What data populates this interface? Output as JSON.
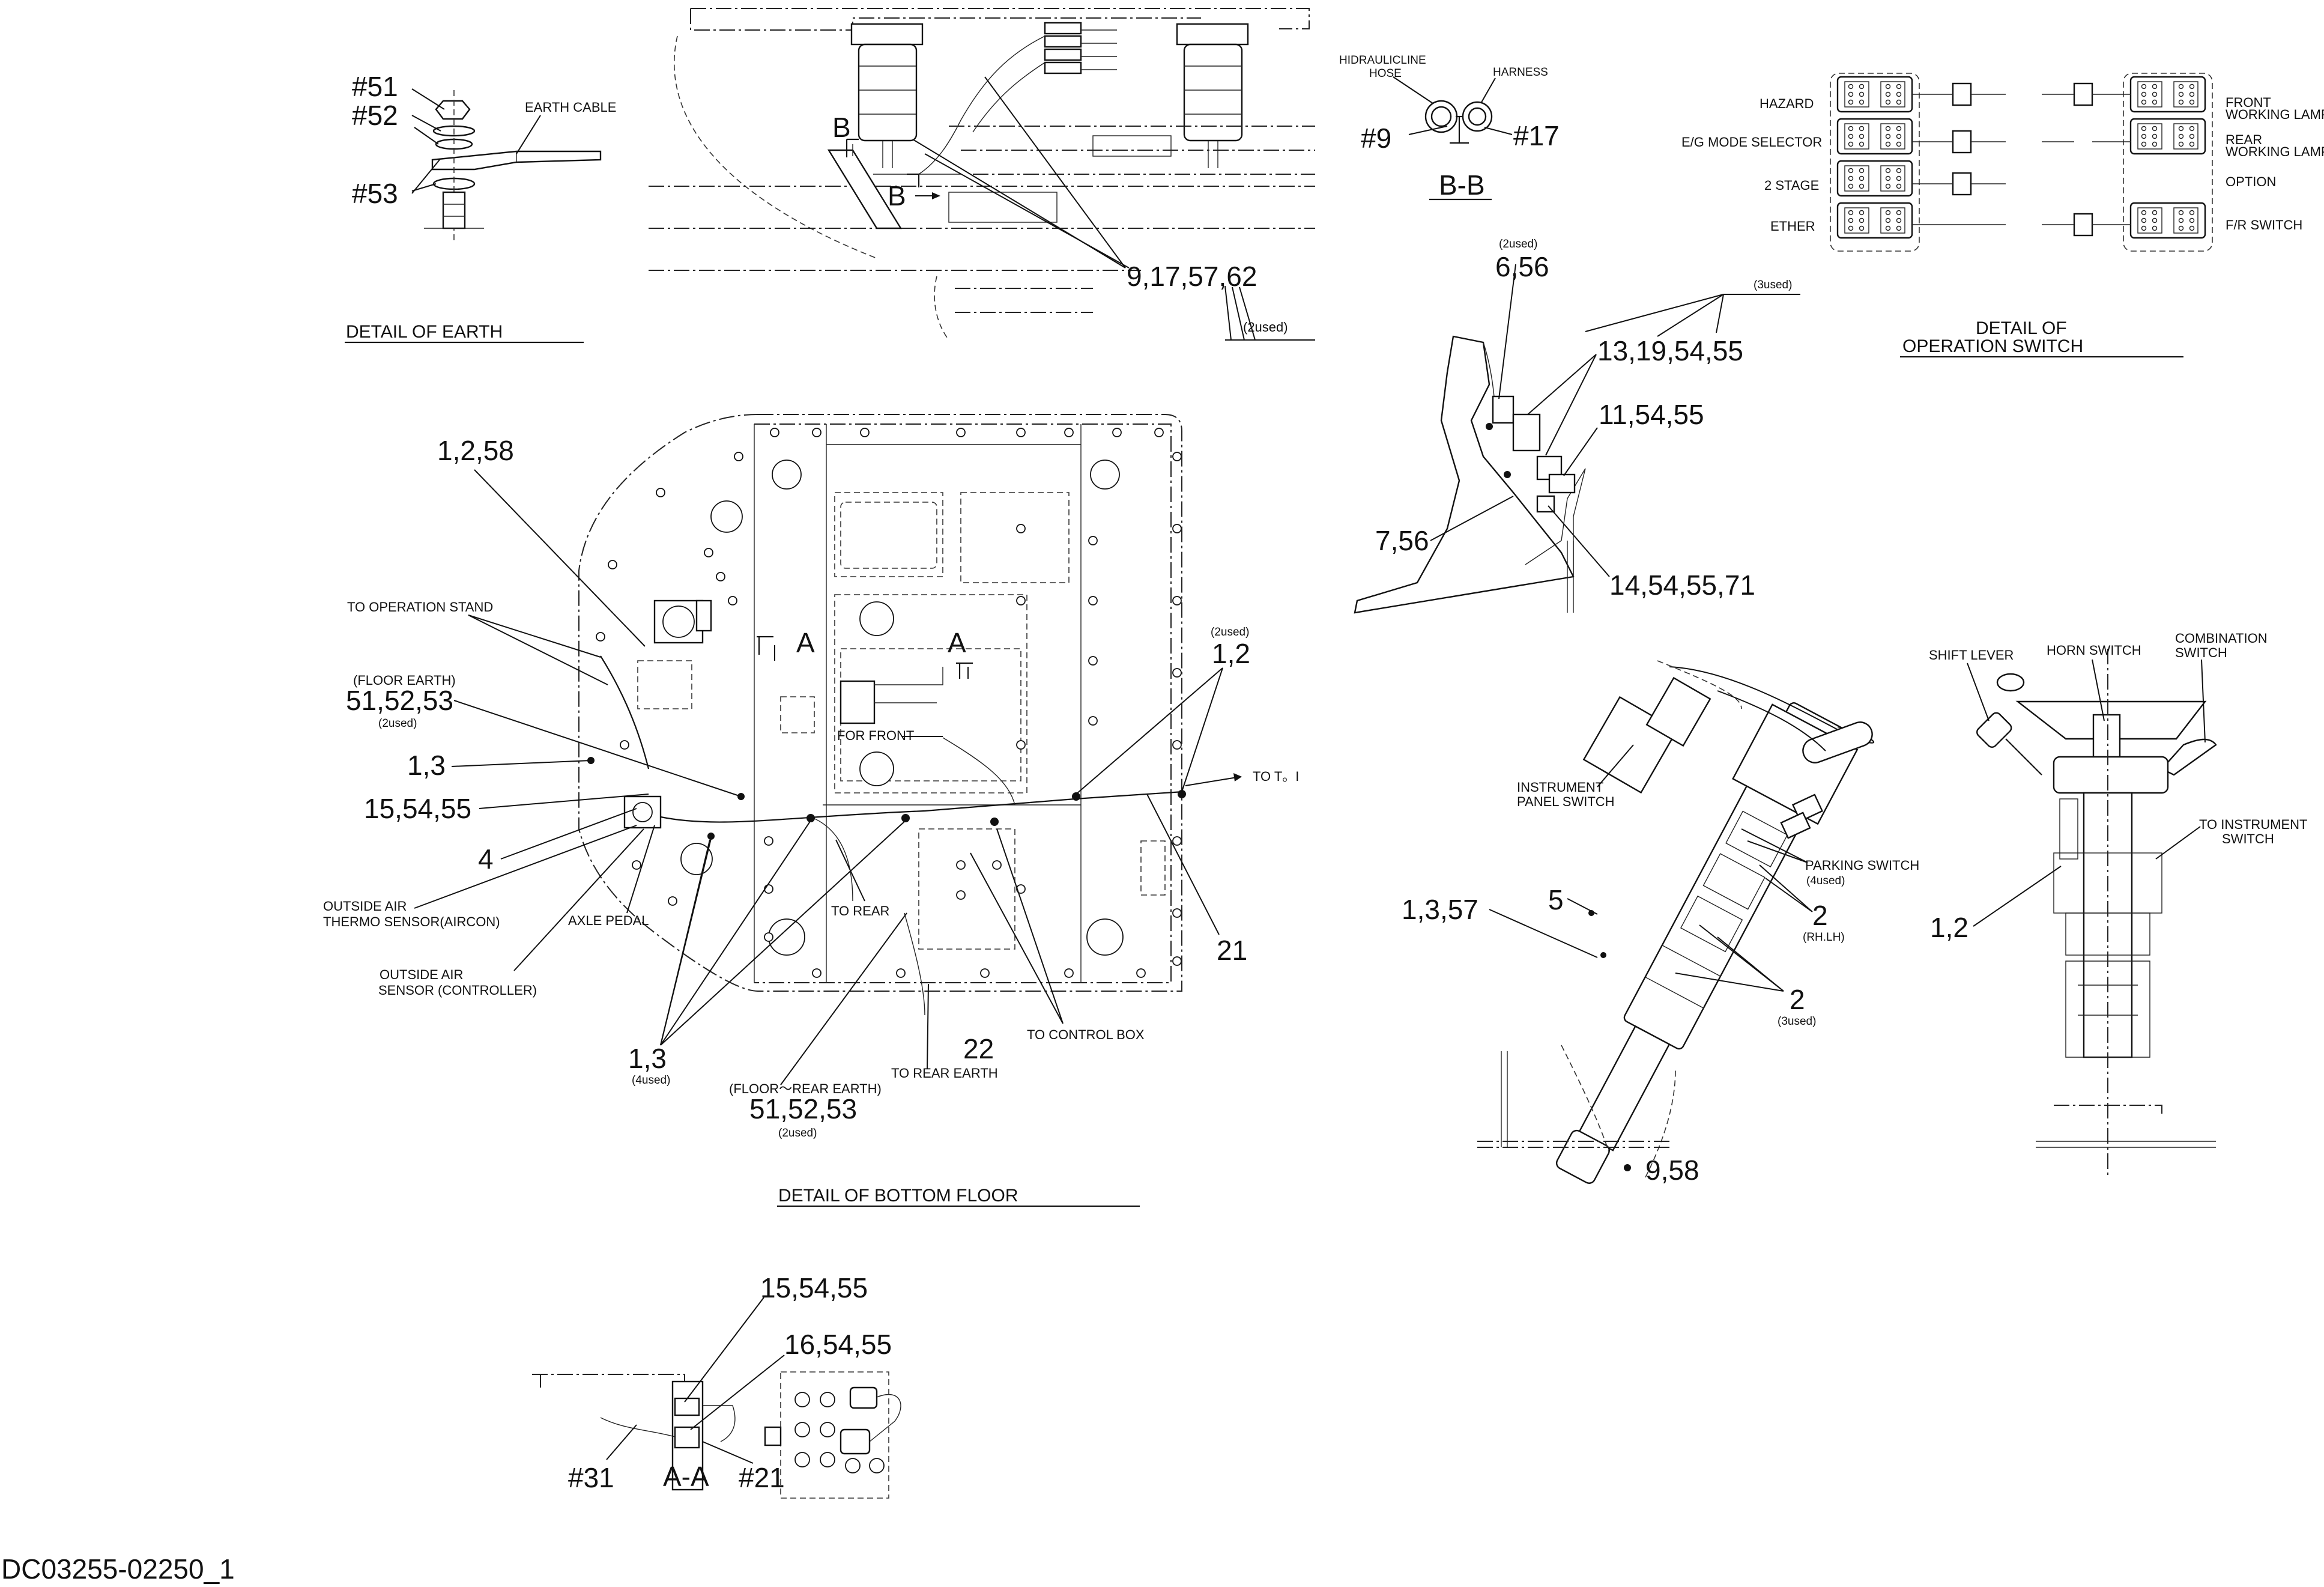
{
  "drawing_id": "DC03255-02250_1",
  "views": {
    "earth": {
      "title": "DETAIL OF EARTH",
      "labels": [
        "#51",
        "#52",
        "#53"
      ],
      "earth_cable": "EARTH CABLE"
    },
    "top_frame": {
      "callout": "9,17,57,62",
      "used": "(2used)",
      "section_mark": "B",
      "section_mark_2": "B"
    },
    "bb": {
      "title": "B-B",
      "hose": "HIDRAULICLINE\nHOSE",
      "hose_l1": "HIDRAULICLINE",
      "hose_l2": "HOSE",
      "harness": "HARNESS",
      "left": "#9",
      "right": "#17"
    },
    "operation_switch": {
      "title_l1": "DETAIL OF",
      "title_l2": "OPERATION SWITCH",
      "left_items": [
        "HAZARD",
        "E/G MODE SELECTOR",
        "2 STAGE",
        "ETHER"
      ],
      "right_items": [
        "FRONT",
        "WORKING LAMP",
        "REAR",
        "WORKING LAMP",
        "OPTION",
        "F/R SWITCH"
      ]
    },
    "bracket": {
      "c1_used": "(2used)",
      "c1": "6,56",
      "c2_used": "(3used)",
      "c2": "13,19,54,55",
      "c3": "11,54,55",
      "c4": "7,56",
      "c5": "14,54,55,71"
    },
    "bottom_floor": {
      "title": "DETAIL OF BOTTOM FLOOR",
      "c_1_2_58": "1,2,58",
      "to_operation_stand": "TO OPERATION STAND",
      "floor_earth": "(FLOOR EARTH)",
      "c_51_52_53": "51,52,53",
      "used_2": "(2used)",
      "c_1_3": "1,3",
      "c_15_54_55": "15,54,55",
      "c_4": "4",
      "outside_air_1": "OUTSIDE AIR",
      "thermo": "THERMO SENSOR(AIRCON)",
      "axle_pedal": "AXLE PEDAL",
      "outside_air_2": "OUTSIDE AIR",
      "sensor_ctrl": "SENSOR (CONTROLLER)",
      "c_1_3_b": "1,3",
      "used_4": "(4used)",
      "floor_rear_earth": "(FLOOR～REAR EARTH)",
      "c_51_52_53_b": "51,52,53",
      "used_2b": "(2used)",
      "to_rear": "TO REAR",
      "c_22": "22",
      "to_rear_earth": "TO REAR EARTH",
      "to_control_box": "TO CONTROL BOX",
      "c_21": "21",
      "used_2c": "(2used)",
      "c_1_2": "1,2",
      "to_t": "TO T。I",
      "for_front": "FOR FRONT",
      "sec_a1": "A",
      "sec_a2": "A"
    },
    "steering": {
      "instrument_panel_l1": "INSTRUMENT",
      "instrument_panel_l2": "PANEL SWITCH",
      "parking_l1": "PARKING SWITCH",
      "parking_l2": "(4used)",
      "c_2": "2",
      "rhlh": "(RH.LH)",
      "c_2b": "2",
      "used_3": "(3used)",
      "c_5": "5",
      "c_1_3_57": "1,3,57",
      "c_9_58": "9,58"
    },
    "column_side": {
      "shift_lever": "SHIFT LEVER",
      "horn_switch": "HORN SWITCH",
      "combination_l1": "COMBINATION",
      "combination_l2": "SWITCH",
      "to_instrument_l1": "TO INSTRUMENT",
      "to_instrument_l2": "SWITCH",
      "c_1_2": "1,2"
    },
    "aa": {
      "c1": "15,54,55",
      "c2": "16,54,55",
      "left": "#31",
      "title": "A-A",
      "right": "#21"
    }
  }
}
